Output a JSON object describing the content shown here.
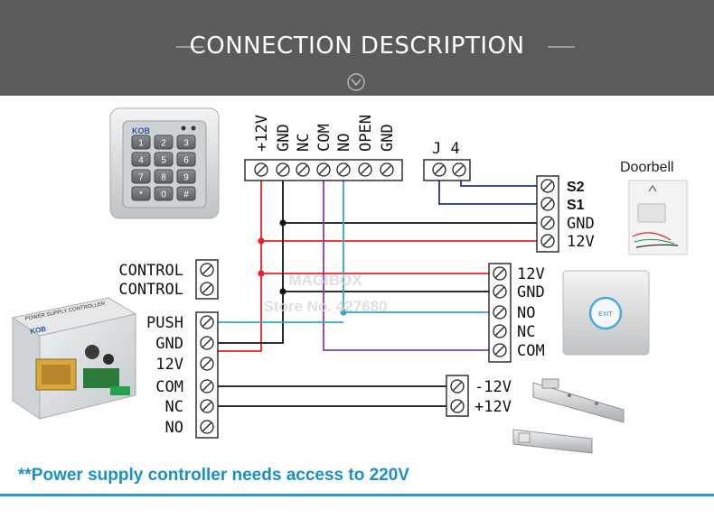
{
  "header": {
    "title": "CONNECTION DESCRIPTION"
  },
  "keypad": {
    "brand": "KOB",
    "keys": [
      "1",
      "2",
      "3",
      "4",
      "5",
      "6",
      "7",
      "8",
      "9",
      "*",
      "0",
      "#"
    ]
  },
  "reader_terminals": [
    "+12V",
    "GND",
    "NC",
    "COM",
    "NO",
    "OPEN",
    "GND"
  ],
  "j4": {
    "label": "J 4"
  },
  "doorbell": {
    "title": "Doorbell",
    "terminals": [
      "S2",
      "S1",
      "GND",
      "12V"
    ]
  },
  "controller": {
    "brand": "KOB",
    "panel_text": "POWER SUPPLY CONTROLLER",
    "control_terminals": [
      "CONTROL",
      "CONTROL"
    ],
    "terminals": [
      "PUSH",
      "GND",
      "12V",
      "COM",
      "NC",
      "NO"
    ]
  },
  "exit_button": {
    "terminals": [
      "12V",
      "GND",
      "NO",
      "NC",
      "COM"
    ],
    "button_text": "EXIT"
  },
  "lock": {
    "terminals": [
      "-12V",
      "+12V"
    ]
  },
  "watermark": {
    "line1": "MAGIBOX",
    "line2": "Store No. 427680"
  },
  "footer": {
    "note": "**Power supply controller needs access to 220V"
  },
  "colors": {
    "red": "#e8202a",
    "blue": "#26309a",
    "cyan": "#36a6c4",
    "purple": "#8a3ea8",
    "black": "#111111",
    "accent": "#1a8fc9"
  }
}
